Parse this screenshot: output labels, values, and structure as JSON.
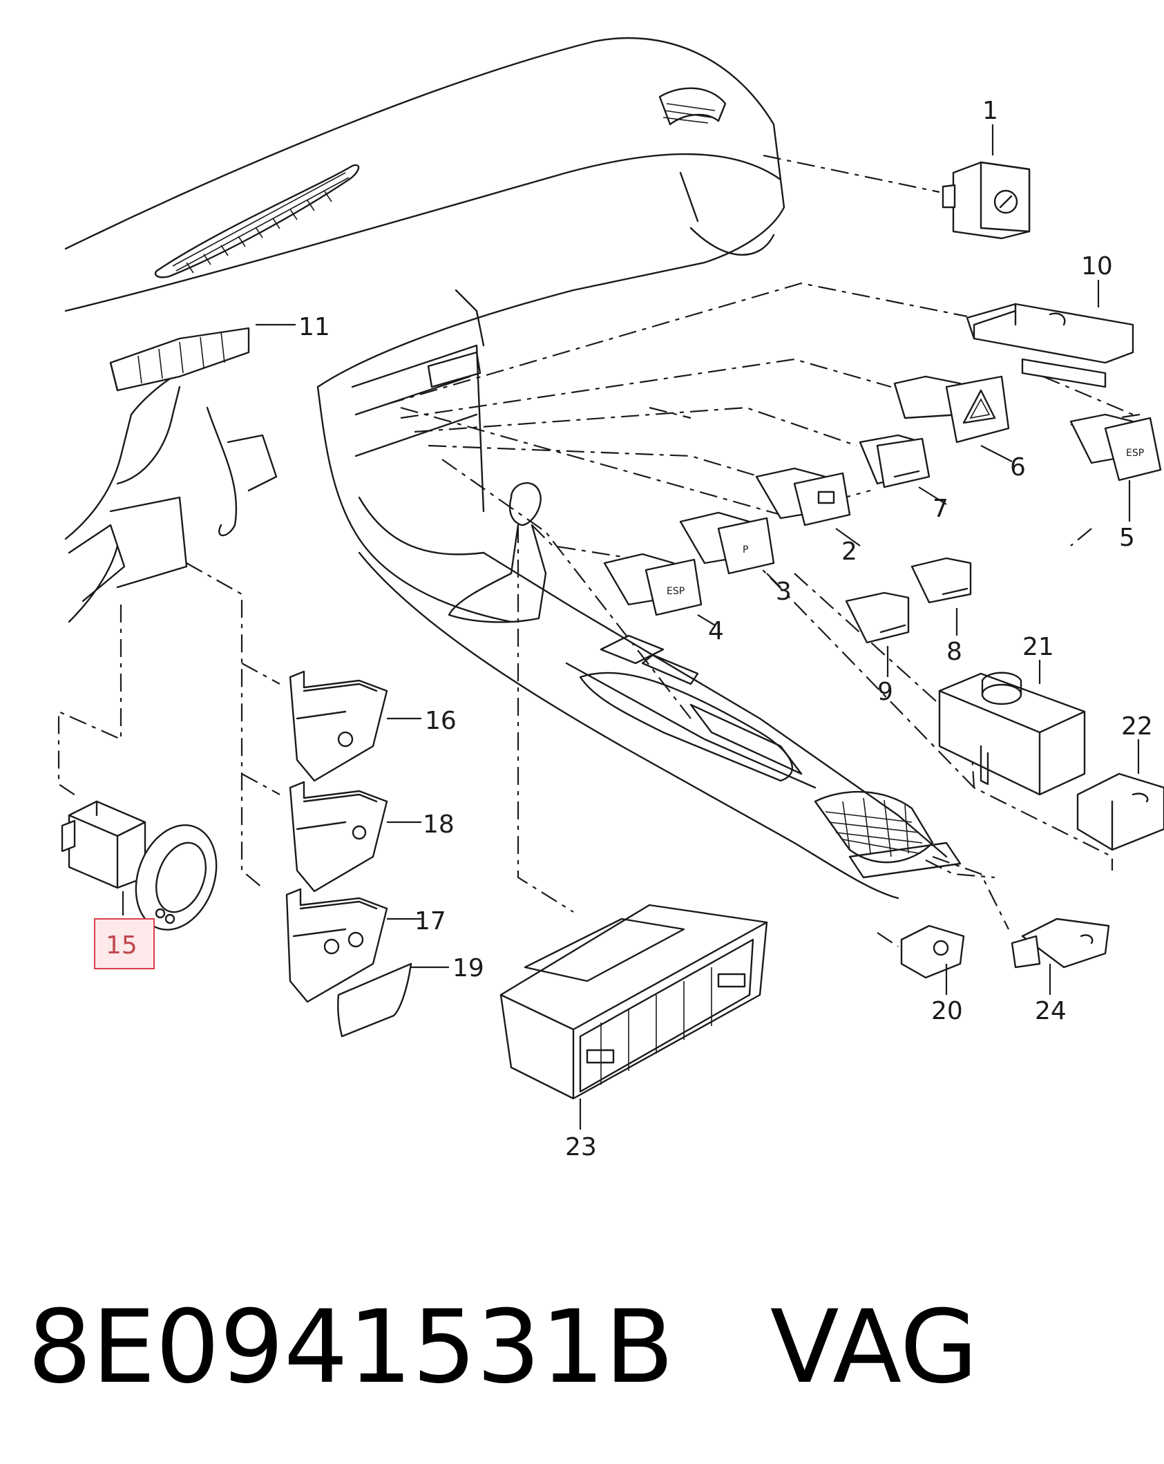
{
  "callouts": [
    "1",
    "2",
    "3",
    "4",
    "5",
    "6",
    "7",
    "8",
    "9",
    "10",
    "11",
    "15",
    "16",
    "17",
    "18",
    "19",
    "20",
    "21",
    "22",
    "23",
    "24"
  ],
  "highlighted_callout": "15",
  "switch_labels": {
    "esp": "ESP",
    "park": "P"
  },
  "footer": {
    "part_number": "8E0941531B",
    "brand": "VAG"
  },
  "colors": {
    "highlight_fill": "#fde8ea",
    "highlight_stroke": "#d6404c",
    "highlight_text": "#c0474f",
    "ink": "#1a1a1a"
  }
}
